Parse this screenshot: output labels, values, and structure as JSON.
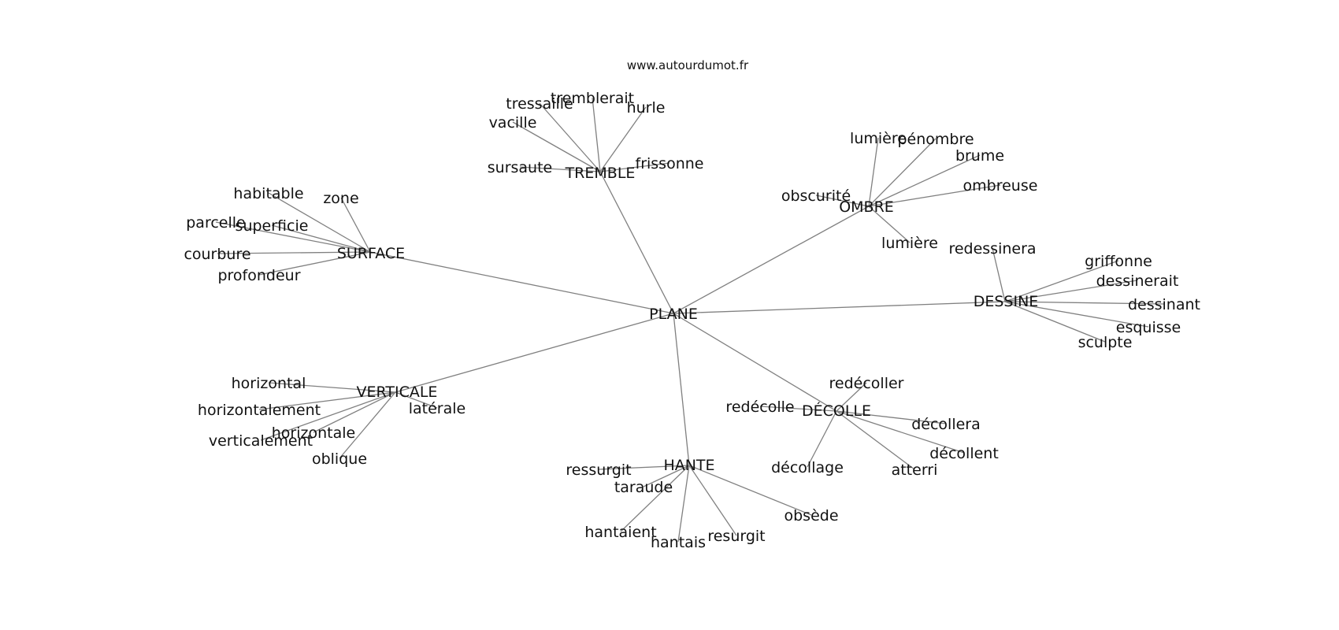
{
  "site": "www.autourdumot.fr",
  "center": "PLANE",
  "clusters": [
    {
      "hub": "TREMBLE",
      "words": [
        "vacille",
        "tressaille",
        "tremblerait",
        "hurle",
        "frissonne",
        "sursaute"
      ]
    },
    {
      "hub": "OMBRE",
      "words": [
        "lumière",
        "pénombre",
        "brume",
        "ombreuse",
        "obscurité",
        "lumière"
      ]
    },
    {
      "hub": "SURFACE",
      "words": [
        "habitable",
        "zone",
        "parcelle",
        "superficie",
        "courbure",
        "profondeur"
      ]
    },
    {
      "hub": "DESSINE",
      "words": [
        "redessinera",
        "griffonne",
        "dessinerait",
        "dessinant",
        "esquisse",
        "sculpte"
      ]
    },
    {
      "hub": "VERTICALE",
      "words": [
        "horizontal",
        "horizontalement",
        "horizontale",
        "verticalement",
        "oblique",
        "latérale"
      ]
    },
    {
      "hub": "DÉCOLLE",
      "words": [
        "redécoller",
        "redécolle",
        "décollera",
        "décollent",
        "atterri",
        "décollage"
      ]
    },
    {
      "hub": "HANTE",
      "words": [
        "ressurgit",
        "taraude",
        "hantaient",
        "hantais",
        "resurgit",
        "obsède"
      ]
    }
  ]
}
